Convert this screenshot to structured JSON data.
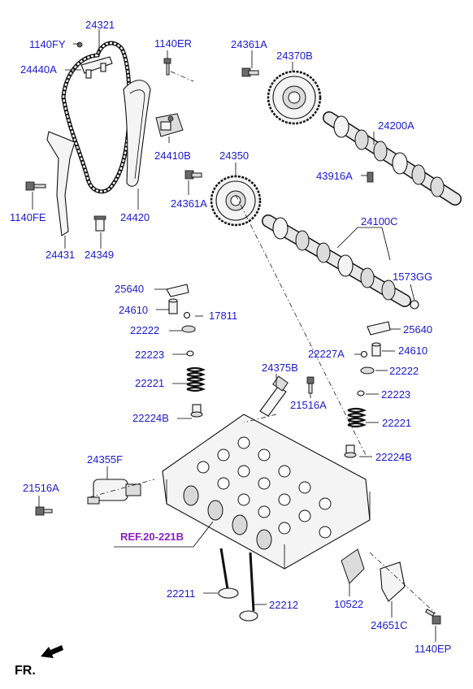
{
  "labels": {
    "l24321": "24321",
    "l1140FY": "1140FY",
    "l24440A": "24440A",
    "l1140ER": "1140ER",
    "l24361A_top": "24361A",
    "l24370B": "24370B",
    "l24200A": "24200A",
    "l24410B": "24410B",
    "l24350": "24350",
    "l43916A": "43916A",
    "l24361A_mid": "24361A",
    "l1140FE": "1140FE",
    "l24420": "24420",
    "l24100C": "24100C",
    "l24431": "24431",
    "l24349": "24349",
    "l1573GG": "1573GG",
    "l25640_left": "25640",
    "l24610_left": "24610",
    "l17811": "17811",
    "l22222_left": "22222",
    "l25640_right": "25640",
    "l22223_left": "22223",
    "l22227A": "22227A",
    "l24610_right": "24610",
    "l24375B": "24375B",
    "l22222_right": "22222",
    "l22221_left": "22221",
    "l21516A_mid": "21516A",
    "l22223_right": "22223",
    "l22224B_left": "22224B",
    "l22221_right": "22221",
    "l24355F": "24355F",
    "l22224B_right": "22224B",
    "l21516A_left": "21516A",
    "l_ref": "REF.20-221B",
    "l22211": "22211",
    "l22212": "22212",
    "l10522": "10522",
    "l24651C": "24651C",
    "l1140EP": "1140EP",
    "l_fr": "FR."
  },
  "colors": {
    "label": "#1a1ad0",
    "reference": "#8b1fc9",
    "line": "#000000"
  }
}
